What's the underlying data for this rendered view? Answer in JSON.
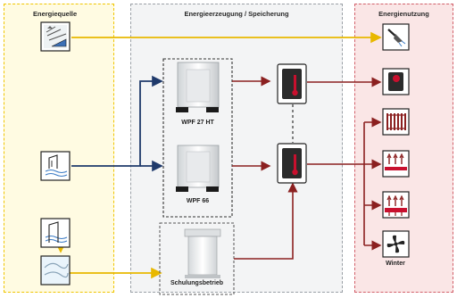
{
  "diagram": {
    "panels": {
      "source": {
        "title": "Energiequelle"
      },
      "generation": {
        "title": "Energieerzeugung / Speicherung"
      },
      "use": {
        "title": "Energienutzung"
      }
    },
    "nodes": {
      "heat_pump_1": {
        "label": "WPF 27 HT"
      },
      "heat_pump_2": {
        "label": "WPF 66"
      },
      "training_unit": {
        "label": "Schulungsbetrieb"
      },
      "use_winter": {
        "label": "Winter"
      }
    },
    "source_icons": [
      "solar-collector-icon",
      "geothermal-probe-icon",
      "groundwater-well-icon",
      "air-source-icon"
    ],
    "use_icons": [
      "shower-icon",
      "hot-water-tank-icon",
      "radiator-icon",
      "underfloor-heating-icon",
      "floor-heating-cooling-icon",
      "fan-cooling-icon"
    ],
    "colors": {
      "solar_line": "#e8b800",
      "source_line": "#1f3a6b",
      "heat_line": "#8b2020",
      "source_border": "#efc500",
      "use_border": "#d2606a"
    }
  }
}
